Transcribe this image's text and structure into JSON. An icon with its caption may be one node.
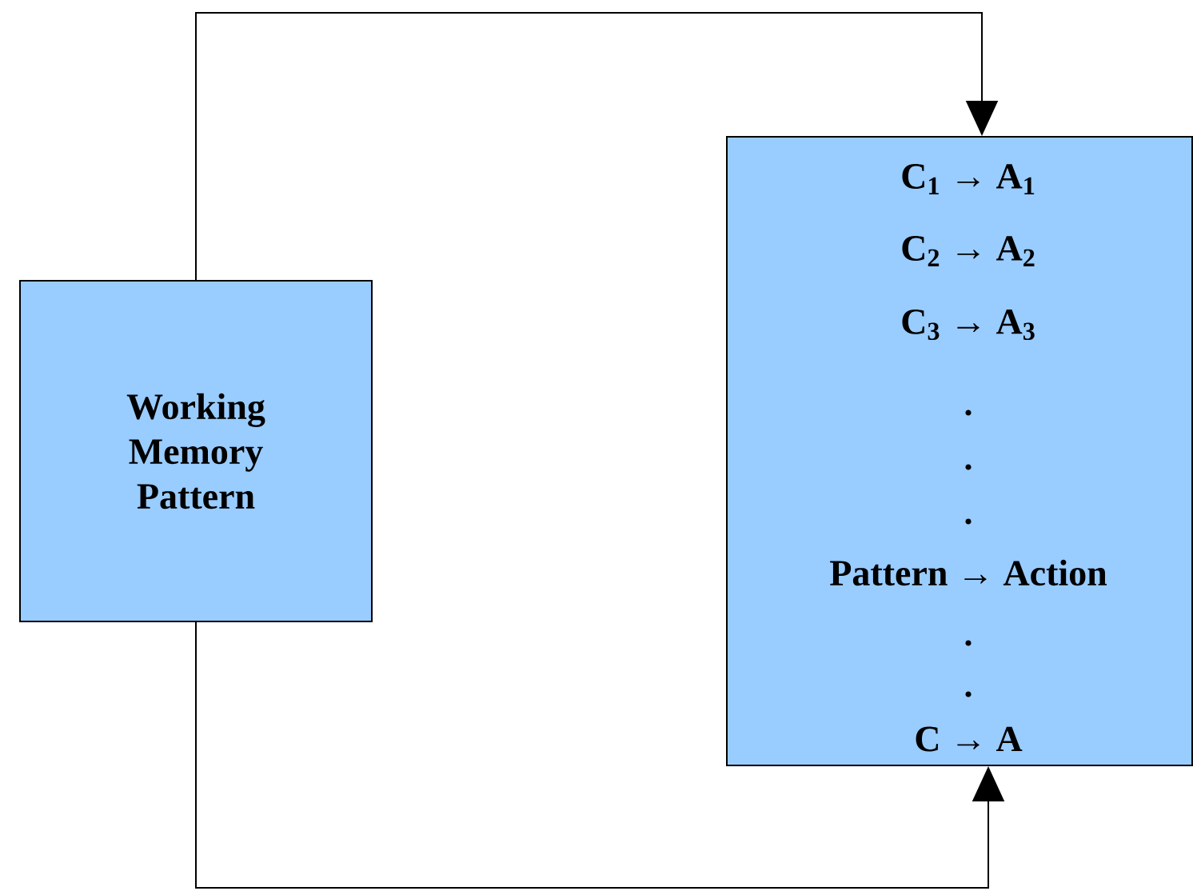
{
  "diagram": {
    "nodes": [
      {
        "text": [
          "Working Memory Pattern"
        ]
      },
      {
        "text": [
          "C$_{1}$ → A$_{1}$",
          "C$_{2}$ → A$_{2}$",
          "C$_{3}$ → A$_{3}$",
          ".",
          ".",
          ".",
          "Pattern → Action",
          ".",
          ".",
          "C → A"
        ]
      }
    ],
    "edges": [
      {
        "from": 0,
        "to": 1,
        "arrow": "to"
      },
      {
        "from": 0,
        "to": 1,
        "arrow": "to"
      }
    ]
  }
}
